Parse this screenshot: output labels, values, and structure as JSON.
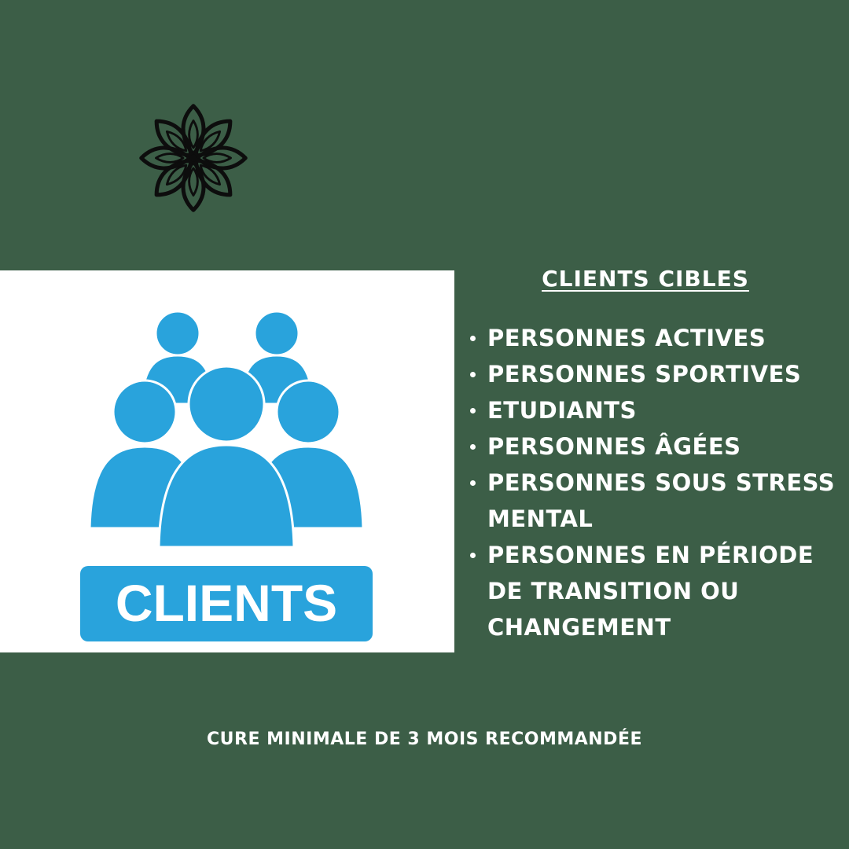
{
  "logo": {
    "icon": "lotus-mandala-icon",
    "color": "#0d0d0d"
  },
  "illustration": {
    "icon": "group-of-people-icon",
    "label": "CLIENTS",
    "accent": "#29a3dc",
    "background": "#ffffff"
  },
  "targets": {
    "title": "CLIENTS CIBLES",
    "items": [
      {
        "label": "PERSONNES ACTIVES"
      },
      {
        "label": "PERSONNES SPORTIVES"
      },
      {
        "label": "ETUDIANTS"
      },
      {
        "label": "PERSONNES ÂGÉES"
      },
      {
        "label": "PERSONNES SOUS STRESS MENTAL"
      },
      {
        "label": "PERSONNES EN PÉRIODE DE TRANSITION OU CHANGEMENT"
      }
    ]
  },
  "footer": {
    "note": "CURE MINIMALE DE 3 MOIS RECOMMANDÉE"
  },
  "colors": {
    "background": "#3c5e47",
    "text": "#ffffff"
  }
}
